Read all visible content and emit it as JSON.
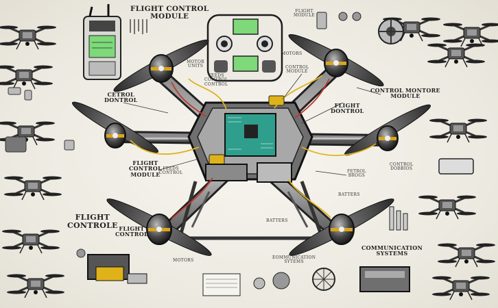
{
  "labels": {
    "flight_control_module_top": "FLIGHT CONTROL\nMODULE",
    "flight_module_small": "FLIGHT\nMODULE",
    "motor_units": "MOTOR\nUNITS",
    "feeds_control": "FEEDS\nCONTROL\nCONTROL",
    "control_dontrol": "CETROL\nDONTROL",
    "motors_top": "MOTORS",
    "control_module": "CONTROL\nMODULE",
    "control_montore": "CONTROL MONTORE\nMODULE",
    "flight_dontrol": "FLIGHT\nDONTROL",
    "flight_control_module_mid": "FLIGHT\nCONTROL\nMODULE",
    "feeds_control_mid": "FEEDS\nCONTROL",
    "control_dobbios": "CONTROL\nDOBBIOS",
    "fetrol_brogs": "FETROL\nBROGS",
    "batters_right": "BATTERS",
    "flight_controle": "FLIGHT\nCONTROLE",
    "flight_control_low": "FLIGHT\nCONTROL",
    "batters_center": "BATTERS",
    "motors_low": "MOTORS",
    "communication_center": "EOMMUNICATION\nSYTEMS",
    "communication_systems": "COMMUNICATION\nSYSTEMS"
  },
  "colors": {
    "ink": "#222222",
    "board_green": "#2f9e8c",
    "wire_red": "#c0392b",
    "wire_yellow": "#e0b21a",
    "motor_yellow": "#d9a520",
    "screen_green": "#7fd87a"
  }
}
